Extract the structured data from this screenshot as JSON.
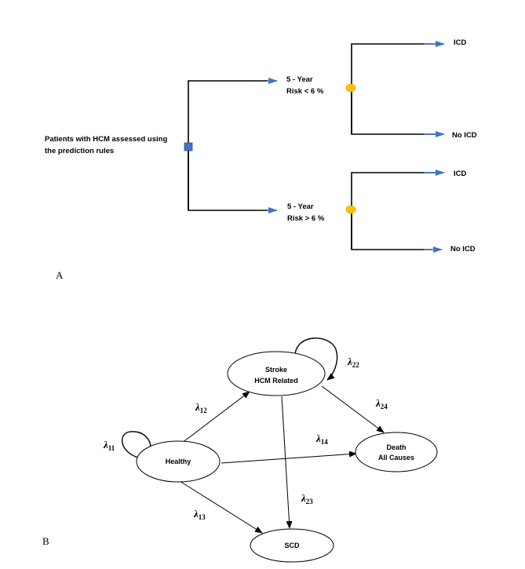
{
  "panel_a": {
    "label": "A",
    "root_label_line1": "Patients with HCM assessed using",
    "root_label_line2": "the prediction rules",
    "branch_low_line1": "5 - Year",
    "branch_low_line2": "Risk < 6 %",
    "branch_high_line1": "5 - Year",
    "branch_high_line2": "Risk > 6 %",
    "low_icd": "ICD",
    "low_no_icd": "No ICD",
    "high_icd": "ICD",
    "high_no_icd": "No  ICD",
    "decision_node_color": "#4472c4",
    "chance_node_color": "#ffc000",
    "arrow_color": "#4472c4"
  },
  "panel_b": {
    "label": "B",
    "states": {
      "healthy": "Healthy",
      "stroke_line1": "Stroke",
      "stroke_line2": "HCM Related",
      "death_line1": "Death",
      "death_line2": "All Causes",
      "scd": "SCD"
    },
    "rates": {
      "l11": {
        "sym": "λ",
        "sub": "11"
      },
      "l12": {
        "sym": "λ",
        "sub": "12"
      },
      "l13": {
        "sym": "λ",
        "sub": "13"
      },
      "l14": {
        "sym": "λ",
        "sub": "14"
      },
      "l22": {
        "sym": "λ",
        "sub": "22"
      },
      "l23": {
        "sym": "λ",
        "sub": "23"
      },
      "l24": {
        "sym": "λ",
        "sub": "24"
      }
    }
  }
}
